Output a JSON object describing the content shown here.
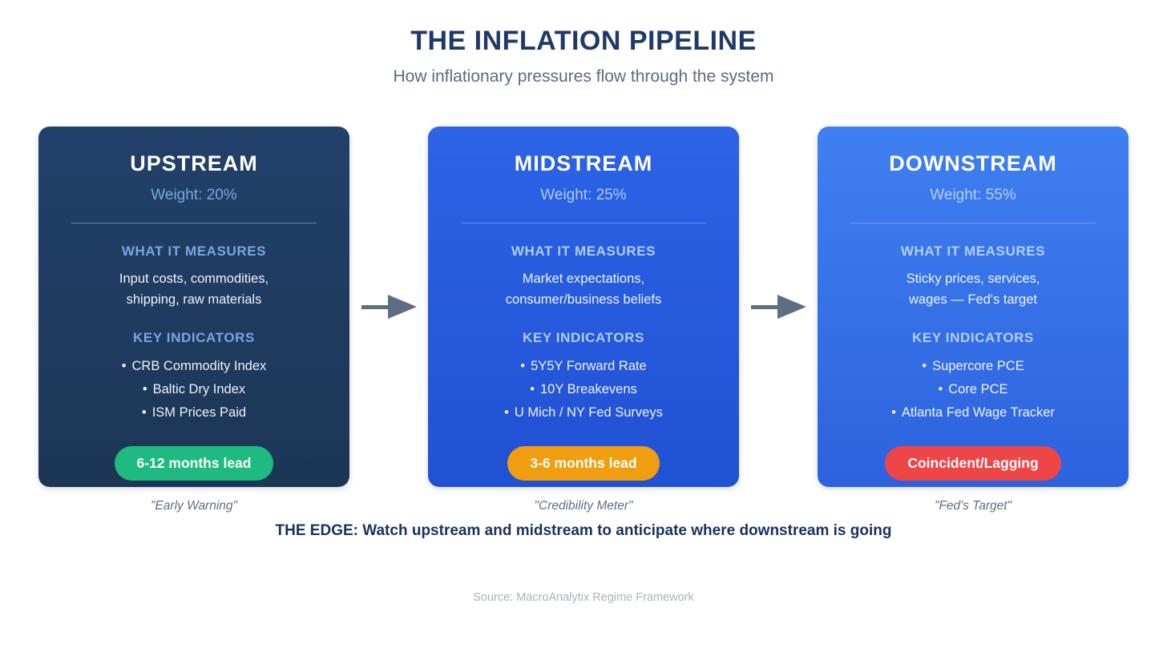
{
  "header": {
    "title": "THE INFLATION PIPELINE",
    "subtitle": "How inflationary pressures flow through the system"
  },
  "ui": {
    "bullet": "•"
  },
  "colors": {
    "arrow": "#5d6d83",
    "title_navy": "#1f3a69"
  },
  "cards": [
    {
      "title": "UPSTREAM",
      "weight": "Weight: 20%",
      "measures_heading": "WHAT IT MEASURES",
      "measures_line1": "Input costs, commodities,",
      "measures_line2": "shipping, raw materials",
      "indicators_heading": "KEY INDICATORS",
      "indicators": [
        "CRB Commodity Index",
        "Baltic Dry Index",
        "ISM Prices Paid"
      ],
      "badge": "6-12 months lead",
      "caption": "\"Early Warning\"",
      "colors": {
        "bg_top": "#22406a",
        "bg_bottom": "#1c3655",
        "accent": "#78a6e3",
        "badge_bg": "#1eba80"
      }
    },
    {
      "title": "MIDSTREAM",
      "weight": "Weight: 25%",
      "measures_heading": "WHAT IT MEASURES",
      "measures_line1": "Market expectations,",
      "measures_line2": "consumer/business beliefs",
      "indicators_heading": "KEY INDICATORS",
      "indicators": [
        "5Y5Y Forward Rate",
        "10Y Breakevens",
        "U Mich / NY Fed Surveys"
      ],
      "badge": "3-6 months lead",
      "caption": "\"Credibility Meter\"",
      "colors": {
        "bg_top": "#2c63e7",
        "bg_bottom": "#2151d3",
        "accent": "#aecdf8",
        "badge_bg": "#f09d10"
      }
    },
    {
      "title": "DOWNSTREAM",
      "weight": "Weight: 55%",
      "measures_heading": "WHAT IT MEASURES",
      "measures_line1": "Sticky prices, services,",
      "measures_line2": "wages — Fed's target",
      "indicators_heading": "KEY INDICATORS",
      "indicators": [
        "Supercore PCE",
        "Core PCE",
        "Atlanta Fed Wage Tracker"
      ],
      "badge": "Coincident/Lagging",
      "caption": "\"Fed's Target\"",
      "colors": {
        "bg_top": "#3f80f0",
        "bg_bottom": "#2d62de",
        "accent": "#b3cff8",
        "badge_bg": "#ee4547"
      }
    }
  ],
  "footer": {
    "edge": "THE EDGE: Watch upstream and midstream to anticipate where downstream is going",
    "source": "Source: MacroAnalytix Regime Framework"
  }
}
